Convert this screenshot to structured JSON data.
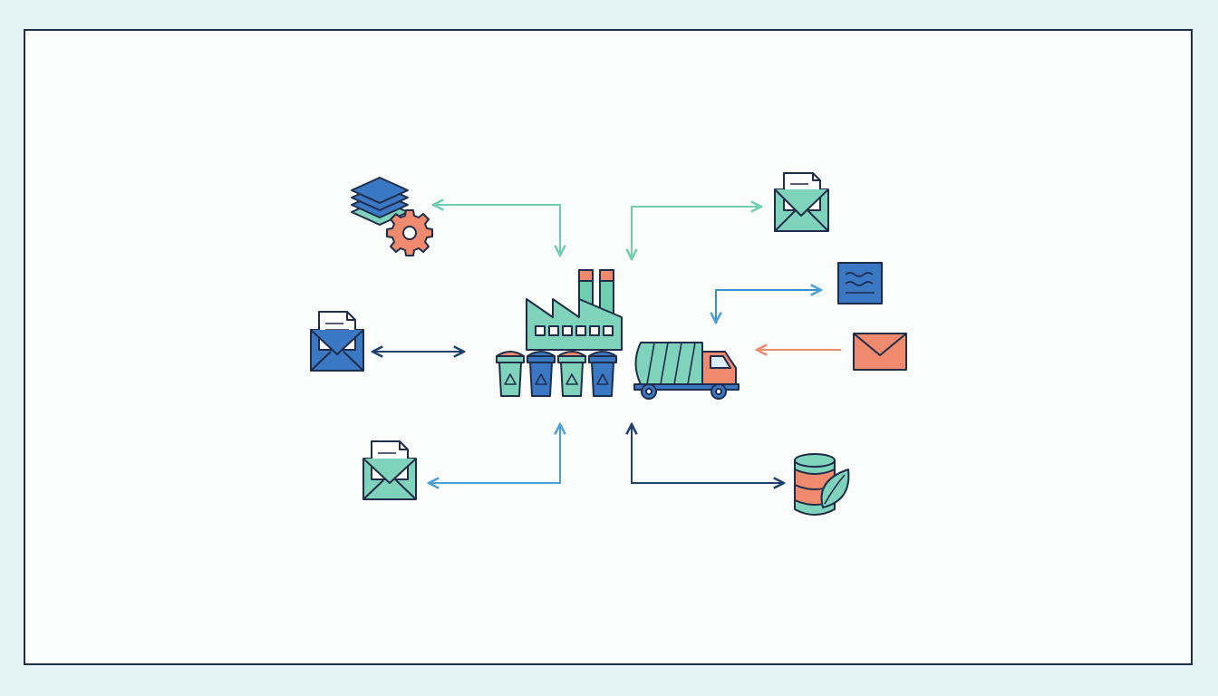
{
  "diagram": {
    "title": "",
    "center": [
      "factory-icon",
      "recycling-bins-icon",
      "garbage-truck-icon"
    ],
    "nodes": [
      {
        "name": "data-layers-gear-icon",
        "connection": "bidirectional"
      },
      {
        "name": "envelope-document-icon",
        "connection": "bidirectional"
      },
      {
        "name": "envelope-document-icon",
        "connection": "bidirectional"
      },
      {
        "name": "envelope-document-icon",
        "connection": "bidirectional"
      },
      {
        "name": "water-tile-icon",
        "connection": "bidirectional"
      },
      {
        "name": "envelope-icon",
        "connection": "incoming"
      },
      {
        "name": "barrel-leaf-icon",
        "connection": "bidirectional"
      }
    ]
  },
  "colors": {
    "frame_border": "#1f2d4a",
    "background": "#e4f3f3",
    "panel": "#fbfcfc",
    "teal": "#6fcdb0",
    "mint": "#7fd3bb",
    "blue": "#3a78c4",
    "sky": "#4a9fd8",
    "coral": "#f08a6e",
    "navy": "#1f2d4a"
  }
}
